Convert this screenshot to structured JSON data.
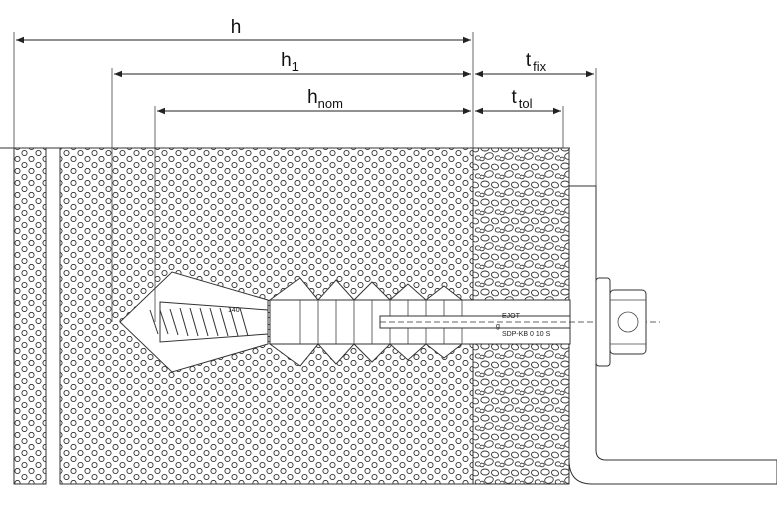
{
  "dimensions": {
    "h": {
      "main": "h",
      "sub": ""
    },
    "h1": {
      "main": "h",
      "sub": "1"
    },
    "hnom": {
      "main": "h",
      "sub": "nom"
    },
    "tfix": {
      "main": "t",
      "sub": "fix"
    },
    "ttol": {
      "main": "t",
      "sub": "tol"
    }
  },
  "anchor": {
    "cone_marking": "140",
    "brand_marking": "EJOT",
    "sleeve_letter": "g",
    "product_marking": "SDP-KB 0 10 S"
  },
  "colors": {
    "line": "#222222",
    "background": "#ffffff"
  }
}
